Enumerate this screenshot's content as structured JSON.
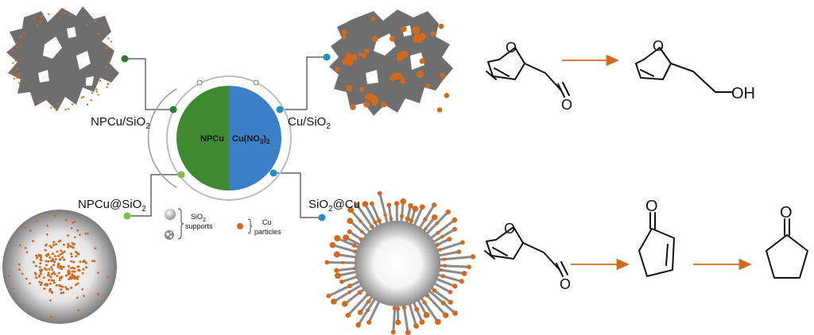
{
  "center": {
    "left_label": "NPCu",
    "right_label_main": "Cu(NO",
    "right_label_sub": "3",
    "right_label_end": ")",
    "right_label_sub2": "2",
    "left_color": "#3f8a2f",
    "right_color": "#3a7fc8"
  },
  "catalysts": {
    "top_left": {
      "main": "NPCu/SiO",
      "sub": "2"
    },
    "top_right": {
      "main": "Cu/SiO",
      "sub": "2"
    },
    "bottom_left": {
      "main": "NPCu@SiO",
      "sub": "2"
    },
    "bottom_right": {
      "main": "SiO",
      "sub": "2",
      "end": "@Cu"
    }
  },
  "legend": {
    "support_line1": "SiO",
    "support_sub": "2",
    "support_line2": "supports",
    "particles_line1": "Cu",
    "particles_line2": "particles"
  },
  "chem": {
    "furfural_o": "O",
    "ring_o": "O",
    "aldehyde_o": "O",
    "alcohol": "OH",
    "furfural2_o": "O",
    "ring2_o": "O",
    "cyclopentenone_o": "O",
    "cyclopentanone_o": "O"
  },
  "colors": {
    "particle": "#d2691e",
    "arrow": "#d2691e",
    "porous": "#6e6e6e",
    "node_green": "#7fbf3f",
    "node_dark_green": "#2e7d32",
    "node_blue": "#1f8fc0"
  }
}
